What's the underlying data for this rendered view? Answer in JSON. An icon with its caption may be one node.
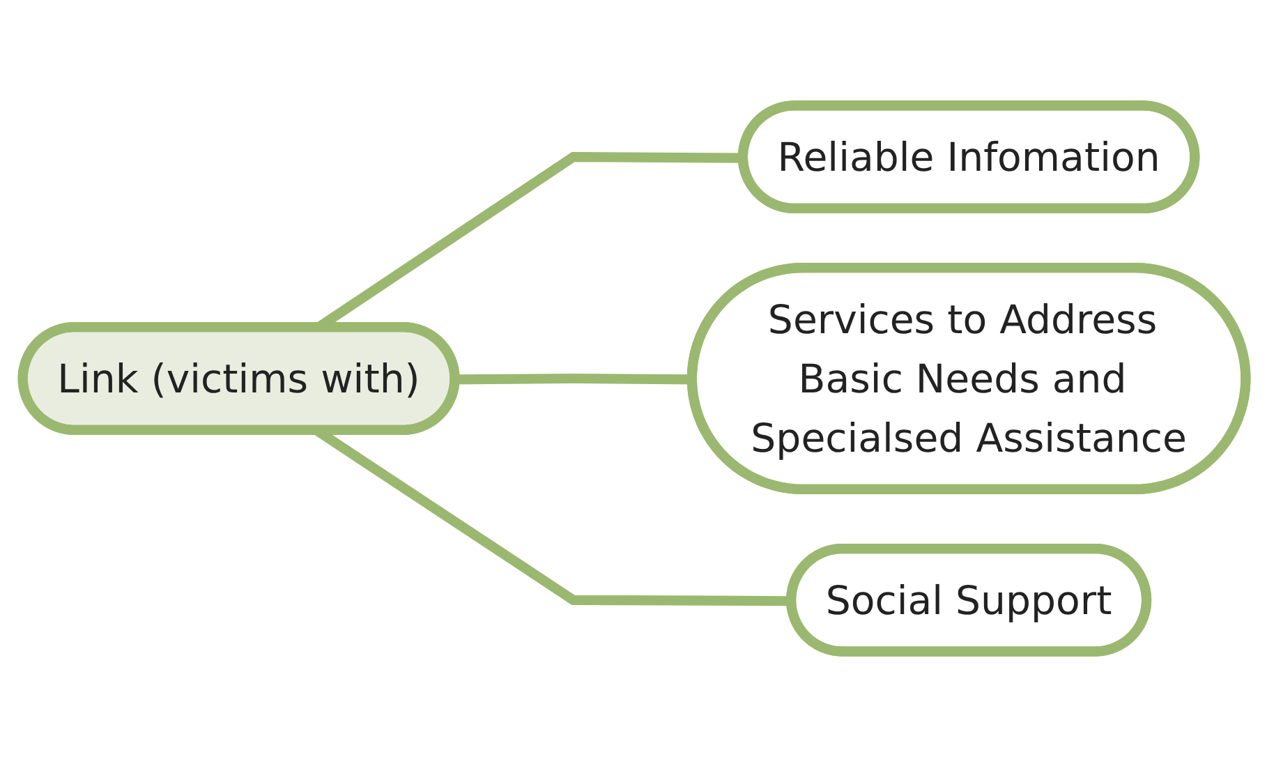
{
  "diagram": {
    "nodes": [
      {
        "text": [
          "Link (victims with)"
        ]
      },
      {
        "text": [
          "Reliable Infomation"
        ]
      },
      {
        "text": [
          "Services to Address Basic Needs and Specialsed Assistance"
        ]
      },
      {
        "text": [
          "Social Support"
        ]
      }
    ],
    "edges": [
      {
        "from": 0,
        "to": 1,
        "arrow": "none"
      },
      {
        "from": 0,
        "to": 2,
        "arrow": "none"
      },
      {
        "from": 0,
        "to": 3,
        "arrow": "none"
      }
    ]
  }
}
